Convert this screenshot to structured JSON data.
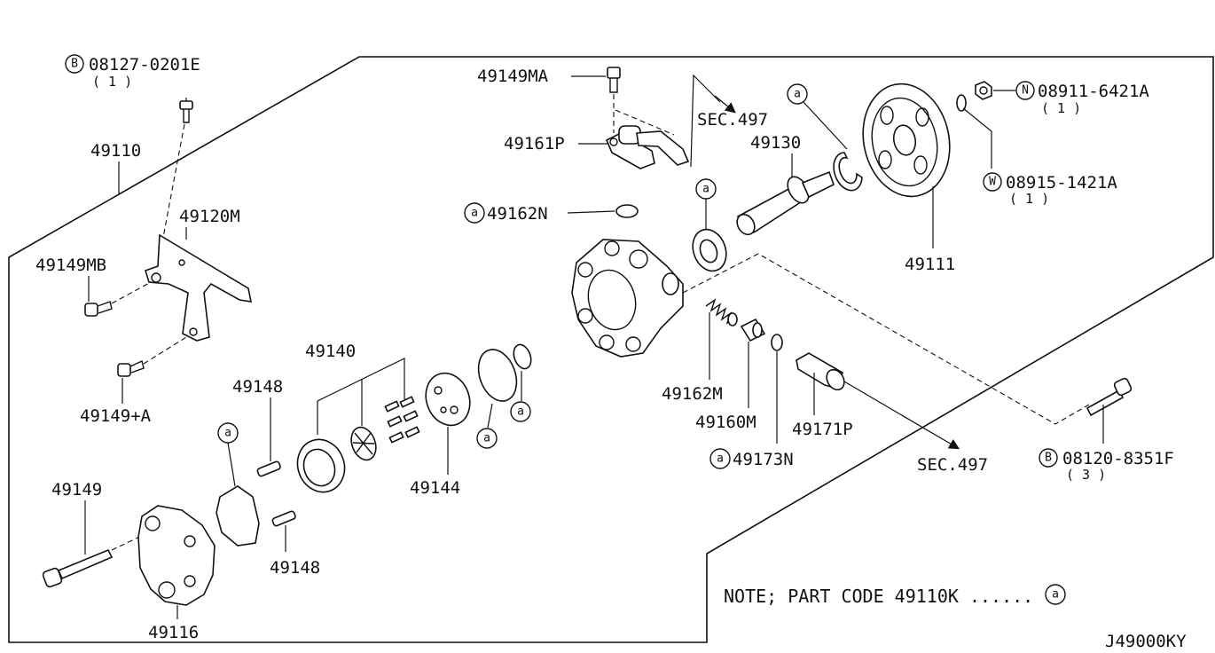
{
  "footer_code": "J49000KY",
  "note": {
    "text": "NOTE; PART CODE 49110K ......",
    "marker": "a"
  },
  "part_labels": {
    "p49110": "49110",
    "p08127": "08127-0201E",
    "p08127_qty": "( 1 )",
    "p08127_mark": "B",
    "p49120M": "49120M",
    "p49149MB": "49149MB",
    "p49149A": "49149+A",
    "p49149": "49149",
    "p49116": "49116",
    "p49148_a": "49148",
    "p49148_b": "49148",
    "p49140": "49140",
    "p49144": "49144",
    "p49149MA": "49149MA",
    "p49161P": "49161P",
    "sec497_top": "SEC.497",
    "p49162N": "49162N",
    "p49130": "49130",
    "p49111": "49111",
    "p08911": "08911-6421A",
    "p08911_qty": "( 1 )",
    "p08911_mark": "N",
    "p08915": "08915-1421A",
    "p08915_qty": "( 1 )",
    "p08915_mark": "W",
    "p49162M": "49162M",
    "p49160M": "49160M",
    "p49173N": "49173N",
    "p49171P": "49171P",
    "sec497_bottom": "SEC.497",
    "p08120": "08120-8351F",
    "p08120_qty": "( 3 )",
    "p08120_mark": "B"
  },
  "kit_marker": "a",
  "colors": {
    "line": "#111111",
    "background": "#ffffff"
  }
}
